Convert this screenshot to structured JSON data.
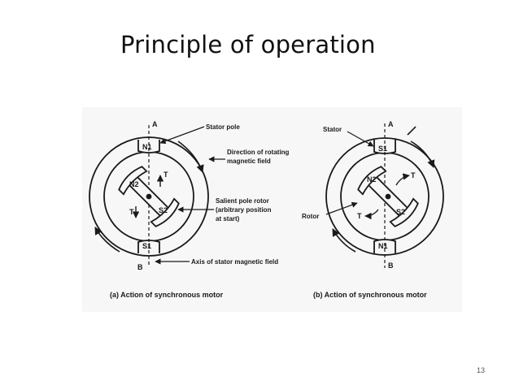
{
  "slide": {
    "title": "Principle of operation",
    "page_number": "13"
  },
  "diagram_a": {
    "axis_top": "A",
    "axis_bottom": "B",
    "pole_top": "N1",
    "pole_bottom": "S1",
    "rotor_north": "N2",
    "rotor_south": "S2",
    "torque_label": "T",
    "callouts": {
      "stator_pole": "Stator pole",
      "rotating_field_1": "Direction of rotating",
      "rotating_field_2": "magnetic field",
      "rotor_1": "Salient pole rotor",
      "rotor_2": "(arbitrary position",
      "rotor_3": "at start)",
      "axis": "Axis of stator magnetic field"
    },
    "caption": "(a) Action of synchronous motor"
  },
  "diagram_b": {
    "axis_top": "A",
    "axis_bottom": "B",
    "pole_top": "S1",
    "pole_bottom": "N1",
    "rotor_north": "N2",
    "rotor_south": "S2",
    "torque_label": "T",
    "callouts": {
      "stator": "Stator",
      "rotor": "Rotor"
    },
    "caption": "(b) Action of synchronous motor"
  },
  "colors": {
    "line": "#1a1a1a",
    "figure_background": "#f7f7f7"
  }
}
